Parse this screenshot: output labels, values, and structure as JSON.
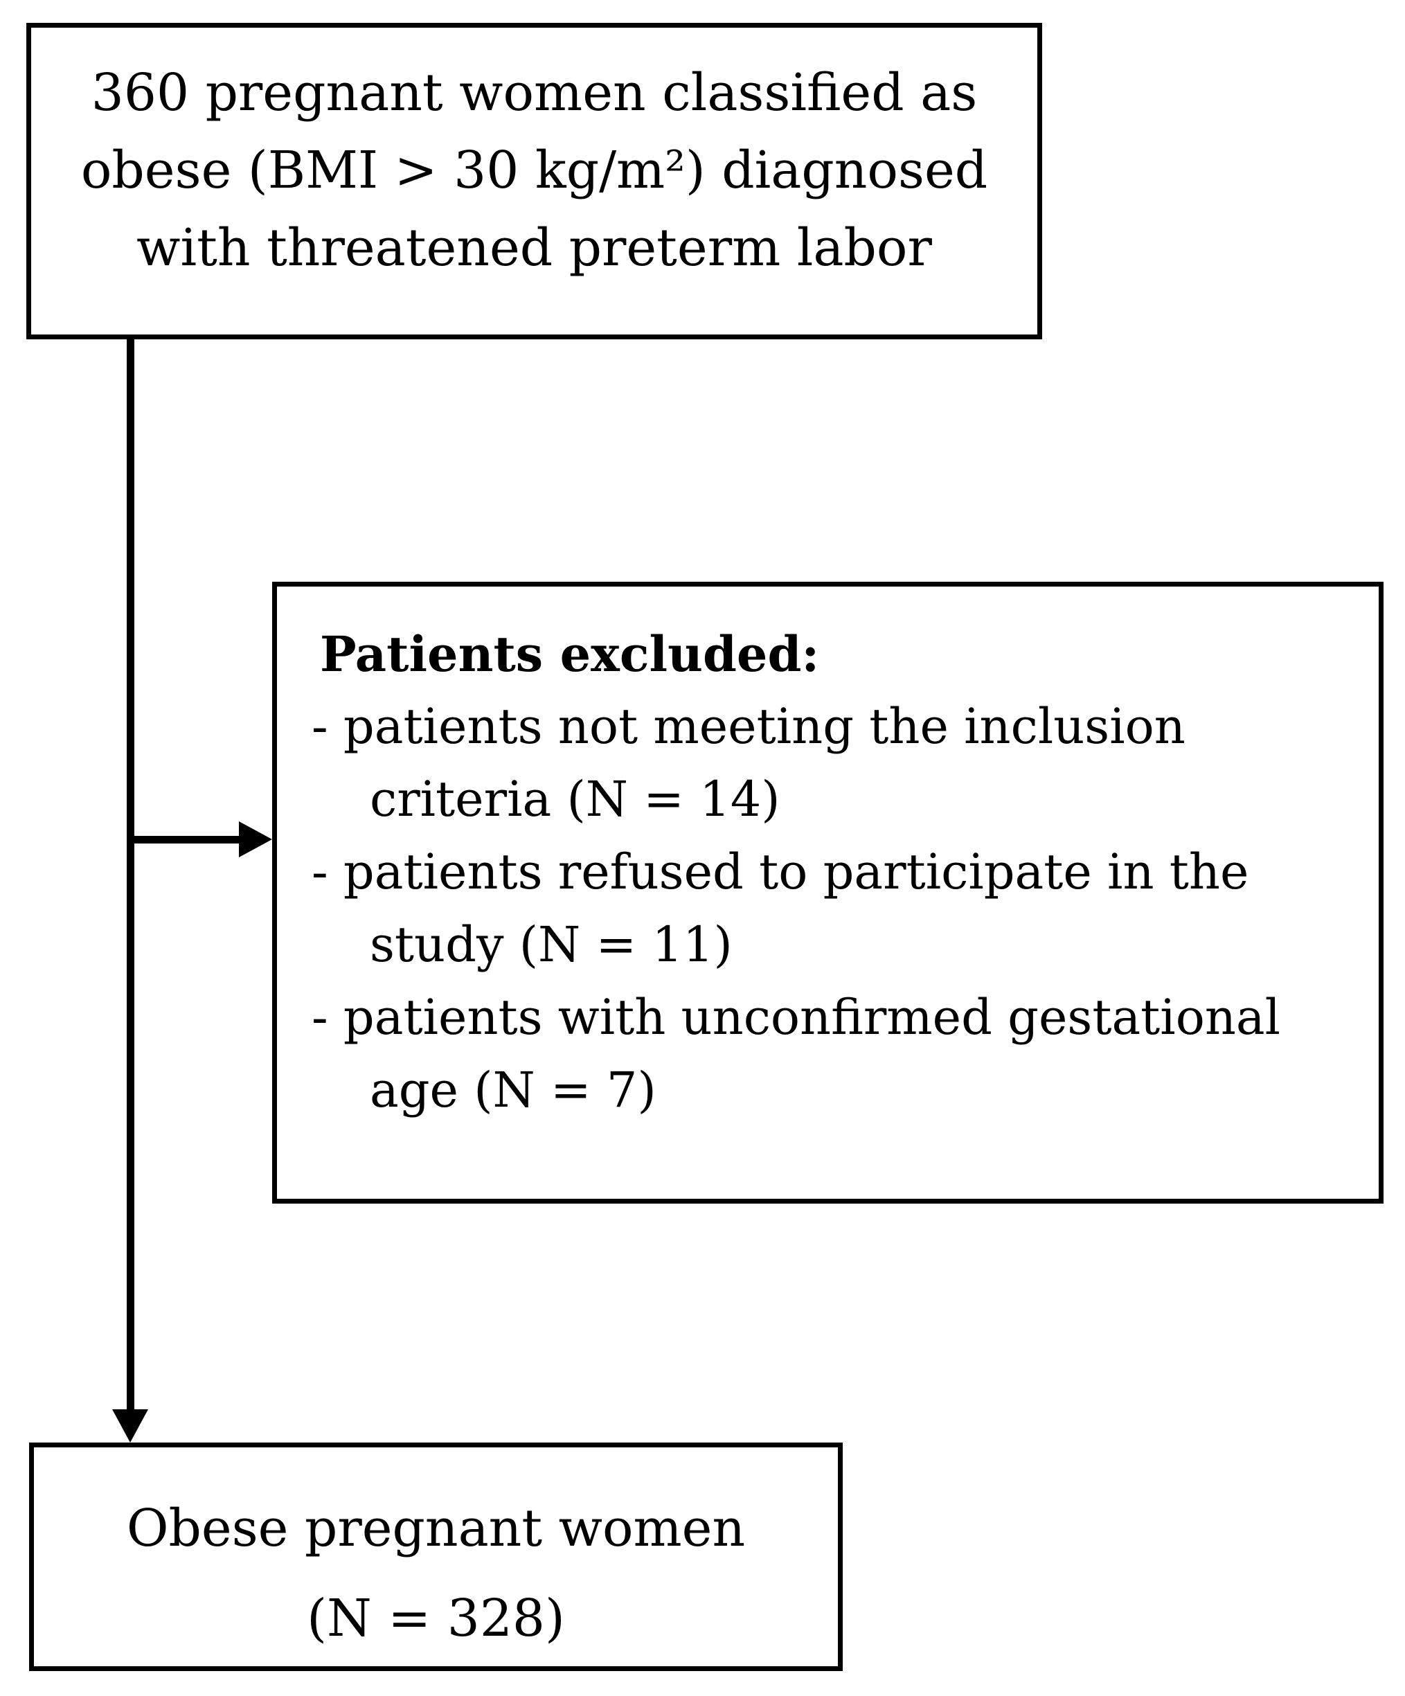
{
  "figure": {
    "type": "patient-flow-diagram",
    "colors": {
      "line": "#000000",
      "text": "#000000",
      "background": "#ffffff"
    },
    "top_box": {
      "lines": [
        "360 pregnant women classified as",
        "obese (BMI > 30 kg/m²) diagnosed",
        "with threatened preterm labor"
      ]
    },
    "excluded_box": {
      "heading": "Patients excluded:",
      "items": [
        {
          "line1": "- patients not meeting the inclusion",
          "line2": "criteria (N = 14)"
        },
        {
          "line1": "- patients refused to participate in the",
          "line2": "study (N = 11)"
        },
        {
          "line1": "- patients with unconfirmed gestational",
          "line2": "age (N = 7)"
        }
      ]
    },
    "bottom_box": {
      "lines": [
        "Obese pregnant women",
        "(N = 328)"
      ]
    }
  }
}
